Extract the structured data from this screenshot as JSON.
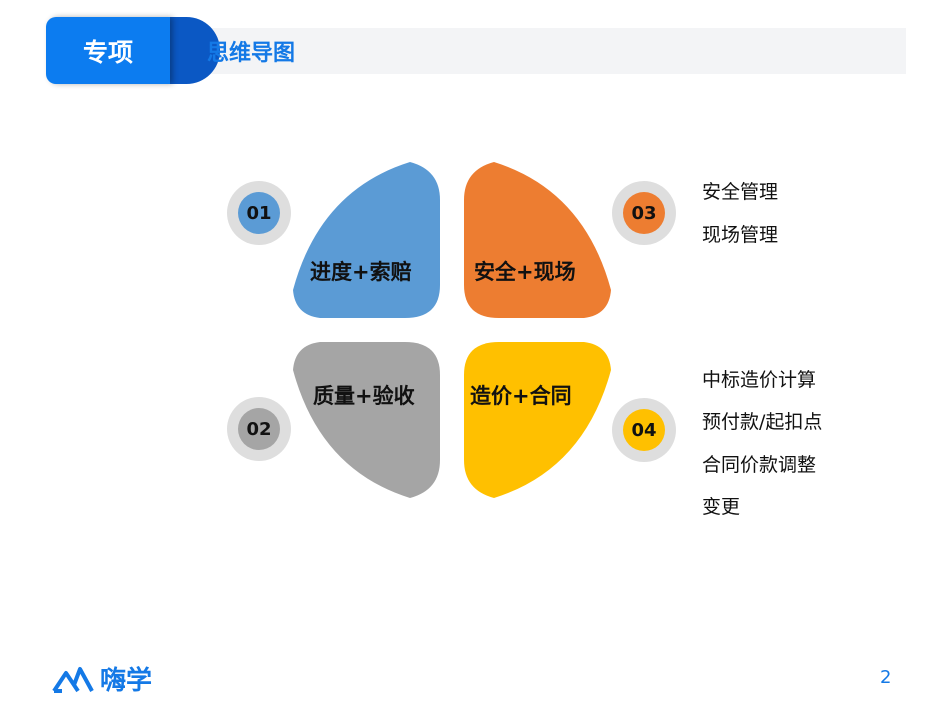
{
  "header": {
    "tag": "专项",
    "title": "思维导图"
  },
  "quadrants": [
    {
      "label": "进度+索赔",
      "number": "01",
      "color": "#5b9bd5"
    },
    {
      "label": "质量+验收",
      "number": "02",
      "color": "#a5a5a5"
    },
    {
      "label": "安全+现场",
      "number": "03",
      "color": "#ed7d31"
    },
    {
      "label": "造价+合同",
      "number": "04",
      "color": "#ffc000"
    }
  ],
  "details": {
    "03": [
      "安全管理",
      "现场管理"
    ],
    "04": [
      "中标造价计算",
      "预付款/起扣点",
      "合同价款调整",
      "变更"
    ]
  },
  "footer": {
    "logo_text": "嗨学",
    "page_number": "2"
  }
}
